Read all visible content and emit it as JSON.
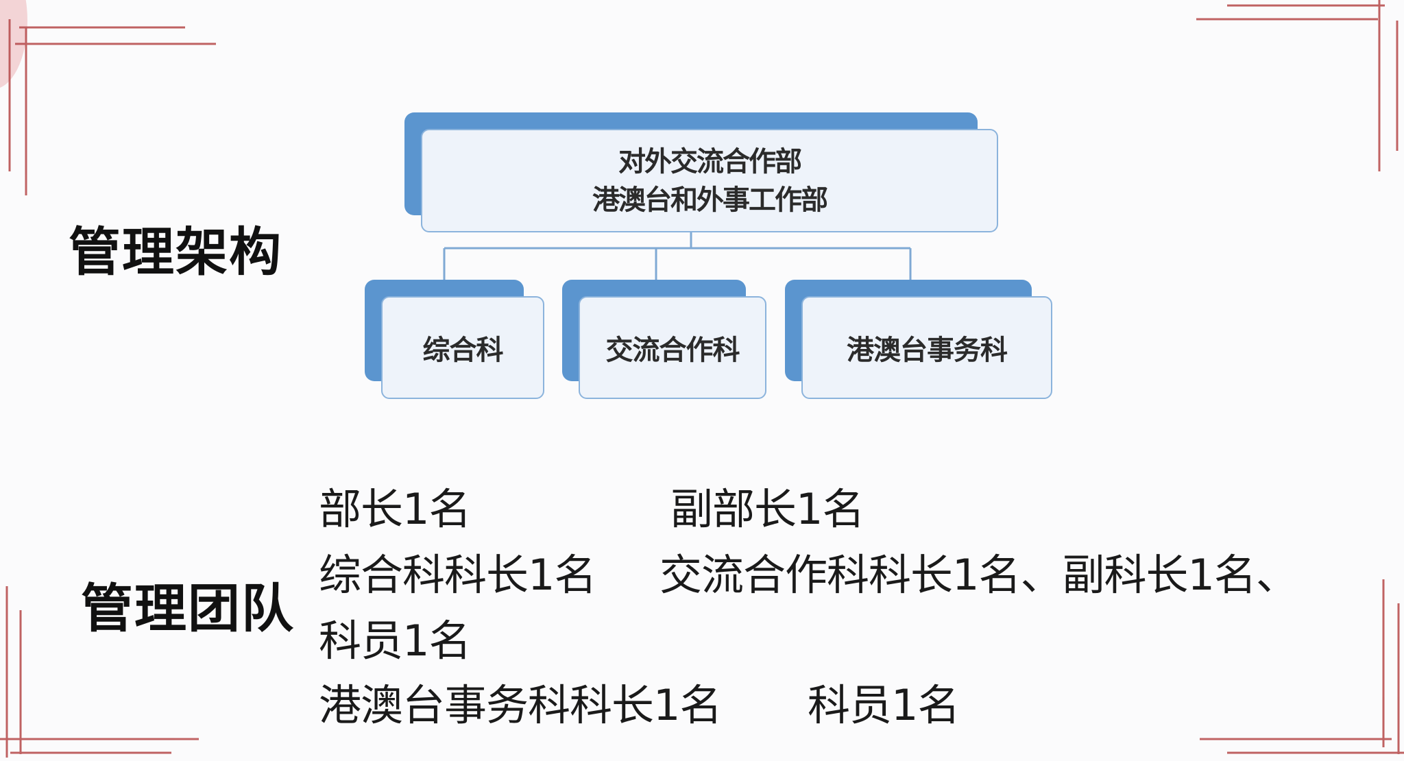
{
  "sections": {
    "structure_title": "管理架构",
    "team_title": "管理团队"
  },
  "org_chart": {
    "root": {
      "line1": "对外交流合作部",
      "line2": "港澳台和外事工作部"
    },
    "children": [
      {
        "label": "综合科"
      },
      {
        "label": "交流合作科"
      },
      {
        "label": "港澳台事务科"
      }
    ]
  },
  "team": {
    "row1_left": "部长1名",
    "row1_right": "副部长1名",
    "row2_left": "综合科科长1名",
    "row2_right": "交流合作科科长1名、副科长1名、",
    "row3": "科员1名",
    "row4_left": "港澳台事务科科长1名",
    "row4_right": "科员1名"
  },
  "colors": {
    "node_back": "#5b95cf",
    "node_front": "#eef3fa",
    "node_border": "#8bb3dc",
    "connector": "#7fa9d4",
    "corner_frame": "#b23a3a"
  }
}
